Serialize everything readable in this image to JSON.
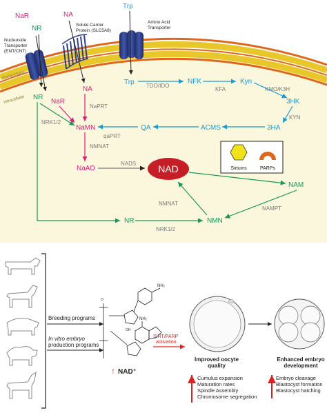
{
  "colors": {
    "magenta": "#e5197e",
    "blue": "#1a9ad6",
    "green": "#17965a",
    "gray": "#7a7a7a",
    "nad_fill": "#c51e27",
    "cytoplasm": "#fbf7dc",
    "membrane_yellow": "#e8c72b",
    "membrane_orange": "#e0661b",
    "transporter": "#2e3f87",
    "red_arrow": "#e02020"
  },
  "top": {
    "extra_nar": "NaR",
    "extra_nr": "NR",
    "extra_na": "NA",
    "extra_trp": "Trp",
    "transporter_ent": "Nucleoside Transporter (ENT/CNT)",
    "transporter_ent_line1": "Nucleoside",
    "transporter_ent_line2": "Transporter",
    "transporter_ent_line3": "(ENT/CNT)",
    "transporter_slc_line1": "Solute Carrier",
    "transporter_slc_line2": "Protein (SLC5A8)",
    "transporter_aa_line1": "Amino Acid",
    "transporter_aa_line2": "Transporter",
    "extracellular": "Extracellular",
    "intracellular": "Intracellular",
    "nr_in": "NR",
    "nar_in": "NaR",
    "na_in": "NA",
    "trp_in": "Trp",
    "namn": "NaMN",
    "naad": "NaAD",
    "nad": "NAD",
    "nam": "NAM",
    "nmn": "NMN",
    "nr_bottom": "NR",
    "qa": "QA",
    "acms": "ACMS",
    "three_ha": "3HA",
    "three_hk": "3HK",
    "nfk": "NFK",
    "kyn": "Kyn",
    "enz_naprt": "NaPRT",
    "enz_nrk_left": "NRK1/2",
    "enz_qaprt": "qaPRT",
    "enz_nmnat_left": "NMNAT",
    "enz_nads": "NADS",
    "enz_tdo": "TDO/IDO",
    "enz_kfa": "KFA",
    "enz_kmo": "KMO/K3H",
    "enz_kyn": "KYN",
    "enz_nmnat_right": "NMNAT",
    "enz_nampt": "NAMPT",
    "enz_nrk_bottom": "NRK1/2",
    "legend_sirtuins": "Sirtuins",
    "legend_parps": "PARPs"
  },
  "bottom": {
    "breeding": "Breeding programs",
    "invitro_line1": "In vitro embryo",
    "invitro_line2": "production programs",
    "nad_plus": "NAD⁺",
    "up_arrow": "↑",
    "activation_line1": "SIRT/PARP",
    "activation_line2": "activation",
    "oocyte_title_line1": "Improved oocyte",
    "oocyte_title_line2": "quality",
    "embryo_title_line1": "Enhanced embryo",
    "embryo_title_line2": "development",
    "oocyte_items": [
      "Cumulus expansion",
      "Maturation rates",
      "Spindle Assembly",
      "Chromosome segregation"
    ],
    "embryo_items": [
      "Embryo cleavage",
      "Blastocyst formation",
      "Blastocyst hatching"
    ],
    "nh2": "NH₂",
    "nh2_b": "NH₂",
    "o_label": "O",
    "oh_label": "OH"
  }
}
